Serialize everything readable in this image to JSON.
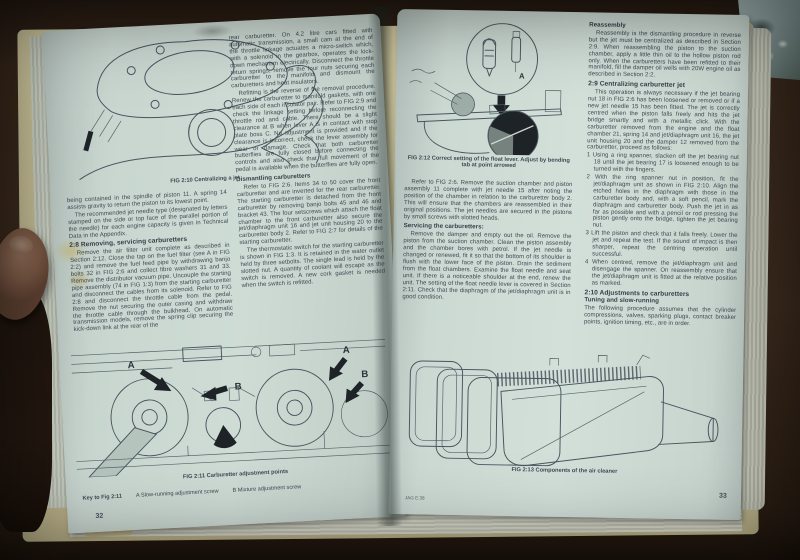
{
  "palette": {
    "table_brown": "#38281b",
    "page_tint": "#cdd9d3",
    "ink": "#3e4a52",
    "arrow_black": "#1d2327",
    "cover_cream": "#cdc59c"
  },
  "left_page": {
    "page_number": "32",
    "fig_2_10": {
      "caption": "FIG 2:10    Centralizing a jet"
    },
    "col1": {
      "para1": "being contained in the spindle of piston 11. A spring 14 assists gravity to return the piston to its lowest point.",
      "para2": "The recommended jet needle type (designated by letters stamped on the side or top face of the parallel portion of the needle) for each engine capacity is given in Technical Data in the Appendix.",
      "heading": "2:8 Removing, servicing carburetters",
      "para3": "Remove the air filter unit complete as described in Section 2:12. Close the tap on the fuel filter (see A in FIG 2:2) and remove the fuel feed pipe by withdrawing banjo bolts 32 in FIG 2:6 and collect fibre washers 31 and 33. Remove the distributor vacuum pipe. Uncouple the starting pipe assembly (74 in FIG 1:3) from the starting carburetter and disconnect the cables from its solenoid. Refer to FIG 2:8 and disconnect the throttle cable from the pedal. Remove the nut securing the outer casing and withdraw the throttle cable through the bulkhead. On automatic transmission models, remove the spring clip securing the kick-down link at the rear of the"
    },
    "col2": {
      "para1": "rear carburetter. On 4.2 litre cars fitted with automatic transmission, a small cam at the end of the throttle linkage actuates a micro-switch which, with a solenoid in the gearbox, operates the kick-down mechanism electrically. Disconnect the throttle return springs, remove the four nuts securing each carburetter to the manifold and dismount the carburetters and heat insulators.",
      "para2": "Refitting is the reverse of the removal procedure. Renew the carburetter to manifold gaskets, with one each side of each insulator pair. Refer to FIG 2:9 and check the linkage setting before reconnecting the throttle rod and cable. There should be a slight clearance at B when lever A is in contact with stop plate boss C. No adjustment is provided and if the clearance is incorrect, check the lever assembly for wear or damage. Check that both carburetter butterflies are fully closed before connecting the controls and also check that full movement of the pedal is available when the butterflies are fully open.",
      "heading": "Dismantling carburetters",
      "para3": "Refer to FIG 2:6. Items 34 to 50 cover the front carburetter and are inverted for the rear carburetter. The starting carburetter is detached from the front carburetter by removing banjo bolts 45 and 46 and bracket 43. The four setscrews which attach the float chamber to the front carburetter also secure the jet/diaphragm unit 16 and jet unit housing 20 to the carburetter body 2. Refer to FIG 2:7 for details of the starting carburetter.",
      "para4": "The thermostatic switch for the starting carburetter is shown in FIG 1:3. It is retained in the water outlet held by three setbolts. The single lead is held by the slotted nut. A quantity of coolant will escape as the switch is removed. A new cork gasket is needed when the switch is refitted."
    },
    "fig_2_11": {
      "caption": "FIG 2:11    Carburetter adjustment points",
      "key_label": "Key to Fig 2:11",
      "key_a": "A   Slow-running adjustment screw",
      "key_b": "B   Mixture adjustment screw",
      "label_a": "A",
      "label_b": "B"
    }
  },
  "right_page": {
    "page_number": "33",
    "footer_code": "JAG E.38",
    "col1": {
      "fig_2_12_caption": "FIG 2:12    Correct setting of the float lever. Adjust by bending tab at point arrowed",
      "fig_2_12_label_a": "A",
      "para1": "Refer to FIG 2:6. Remove the suction chamber and piston assembly 11 complete with jet needle 15 after noting the position of the chamber in relation to the carburetter body 2. This will ensure that the chambers are reassembled in their original positions. The jet needles are secured in the pistons by small screws with slotted heads.",
      "heading": "Servicing the carburetters:",
      "para2": "Remove the damper and empty out the oil. Remove the piston from the suction chamber. Clean the piston assembly and the chamber bores with petrol. If the jet needle is changed or renewed, fit it so that the bottom of its shoulder is flush with the lower face of the piston. Drain the sediment from the float chambers. Examine the float needle and seat unit. If there is a noticeable shoulder at the end, renew the unit. The setting of the float needle lever is covered in Section 2:11. Check that the diaphragm of the jet/diaphragm unit is in good condition.",
      "fig_2_13_caption": "FIG 2:13    Components of the air cleaner"
    },
    "col2": {
      "heading1": "Reassembly",
      "para1": "Reassembly is the dismantling procedure in reverse but the jet must be centralized as described in Section 2:9. When reassembling the piston to the suction chamber, apply a little thin oil to the hollow piston rod only. When the carburetters have been refitted to their manifold, fill the damper oil wells with 20W engine oil as described in Section 2:2.",
      "heading2": "2:9 Centralizing carburetter jet",
      "para2": "This operation is always necessary if the jet bearing nut 18 in FIG 2:6 has been loosened or removed or if a new jet needle 15 has been fitted. The jet is correctly centred when the piston falls freely and hits the jet bridge smartly and with a metallic click. With the carburetter removed from the engine and the float chamber 21, spring 14 and jet/diaphragm unit 16, the jet unit housing 20 and the damper 12 removed from the carburetter, proceed as follows:",
      "steps": [
        "1 Using a ring spanner, slacken off the jet bearing nut 18 until the jet bearing 17 is loosened enough to be turned with the fingers.",
        "2 With the ring spanner nut in position, fit the jet/diaphragm unit as shown in FIG 2:10. Align the etched holes in the diaphragm with those in the carburetter body and, with a soft pencil, mark the diaphragm and carburetter body. Push the jet in as far as possible and with a pencil or rod pressing the piston gently onto the bridge, tighten the jet bearing nut.",
        "3 Lift the piston and check that it falls freely. Lower the jet and repeat the test. If the sound of impact is then sharper, repeat the centring operation until successful.",
        "4 When centred, remove the jet/diaphragm unit and disengage the spanner. On reassembly ensure that the jet/diaphragm unit is fitted at the relative position as marked."
      ],
      "heading3": "2:10 Adjustments to carburetters",
      "subheading": "Tuning and slow-running",
      "para3": "The following procedure assumes that the cylinder compressions, valves, sparking plugs, contact breaker points, ignition timing, etc., are in order."
    }
  }
}
